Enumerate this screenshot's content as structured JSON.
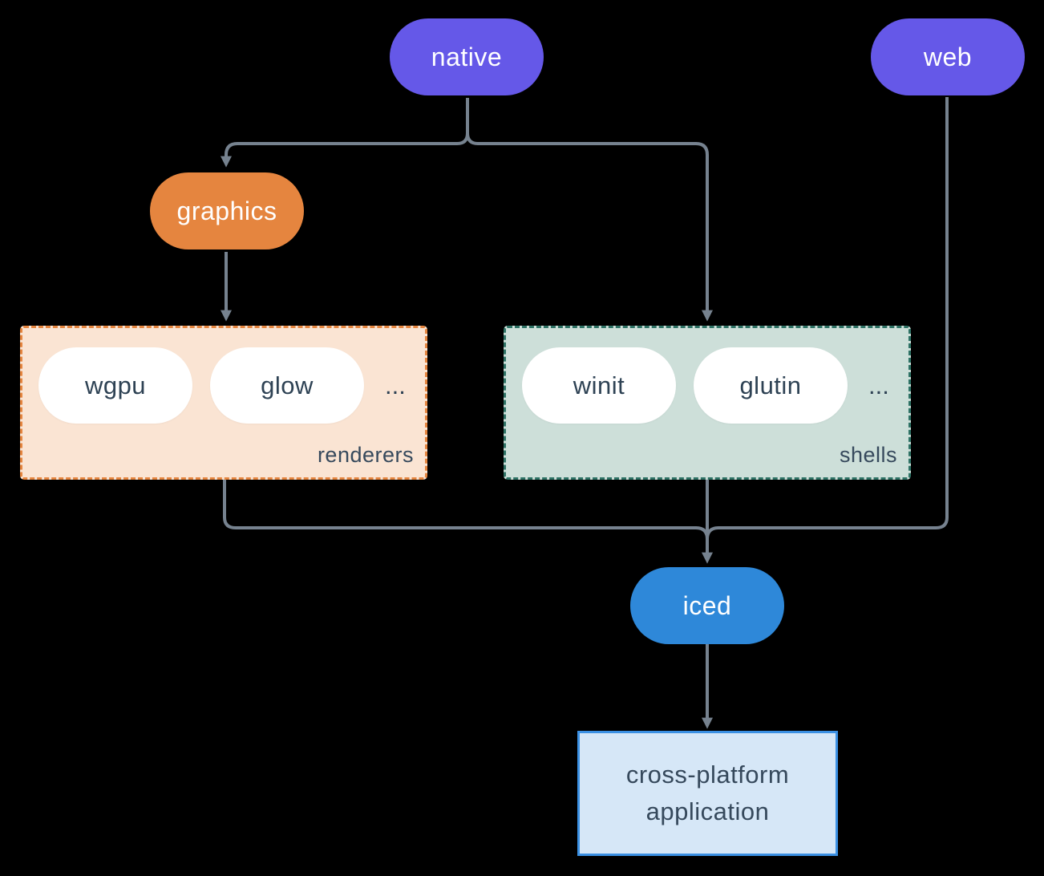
{
  "diagram": {
    "background_color": "#000000",
    "connector_color": "#76828F",
    "nodes": {
      "native": {
        "label": "native",
        "fill": "#6558E8",
        "text_color": "#FFFFFF"
      },
      "web": {
        "label": "web",
        "fill": "#6558E8",
        "text_color": "#FFFFFF"
      },
      "graphics": {
        "label": "graphics",
        "fill": "#E5853F",
        "text_color": "#FFFFFF"
      },
      "iced": {
        "label": "iced",
        "fill": "#2E88D9",
        "text_color": "#FFFFFF"
      },
      "application": {
        "label_lines": [
          "cross-platform",
          "application"
        ],
        "fill": "#D6E7F7",
        "border_color": "#3B90E3",
        "text_color": "#36495C"
      }
    },
    "groups": {
      "renderers": {
        "caption": "renderers",
        "ellipsis": "...",
        "fill": "#FAE4D3",
        "border_color": "#E5853F",
        "items": [
          {
            "label": "wgpu"
          },
          {
            "label": "glow"
          }
        ]
      },
      "shells": {
        "caption": "shells",
        "ellipsis": "...",
        "fill": "#CDDFD9",
        "border_color": "#2E7265",
        "items": [
          {
            "label": "winit"
          },
          {
            "label": "glutin"
          }
        ]
      }
    },
    "edges": [
      {
        "from": "native",
        "to": "graphics"
      },
      {
        "from": "native",
        "to": "shells"
      },
      {
        "from": "graphics",
        "to": "renderers"
      },
      {
        "from": "renderers",
        "to": "iced"
      },
      {
        "from": "shells",
        "to": "iced"
      },
      {
        "from": "web",
        "to": "iced"
      },
      {
        "from": "iced",
        "to": "application"
      }
    ]
  }
}
